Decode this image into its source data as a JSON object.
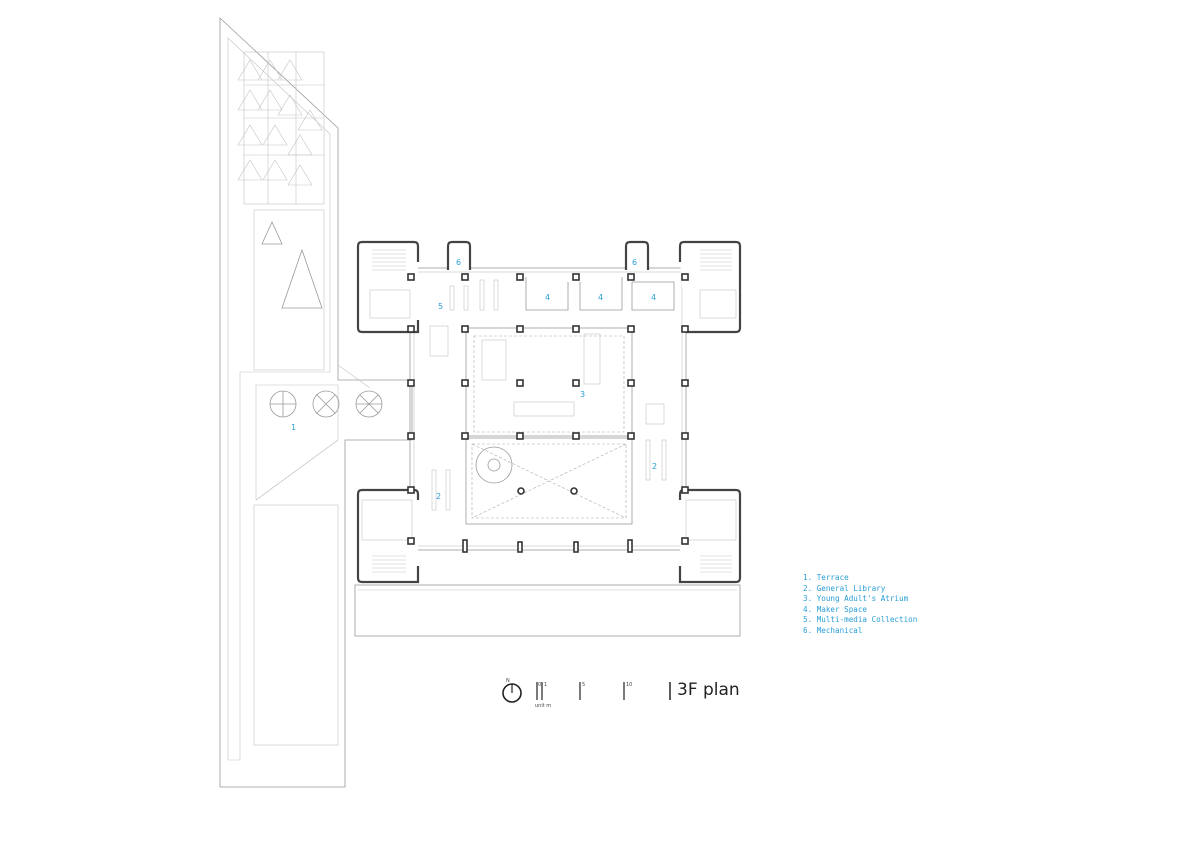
{
  "drawing": {
    "title": "3F plan",
    "room_labels": {
      "terrace": "1",
      "general_library_east": "2",
      "general_library_west": "2",
      "atrium": "3",
      "maker_space_a": "4",
      "maker_space_b": "4",
      "maker_space_c": "4",
      "multimedia": "5",
      "mechanical_west": "6",
      "mechanical_east": "6"
    },
    "legend": [
      "1. Terrace",
      "2. General Library",
      "3. Young Adult's Atrium",
      "4. Maker Space",
      "5. Multi-media Collection",
      "6. Mechanical"
    ],
    "north_label": "N",
    "scale": {
      "ticks": [
        "0",
        "1",
        "5",
        "10"
      ],
      "unit": "unit m"
    },
    "colors": {
      "label": "#2a9fd6",
      "line": "#9a9a9a",
      "wall": "#444444"
    }
  }
}
